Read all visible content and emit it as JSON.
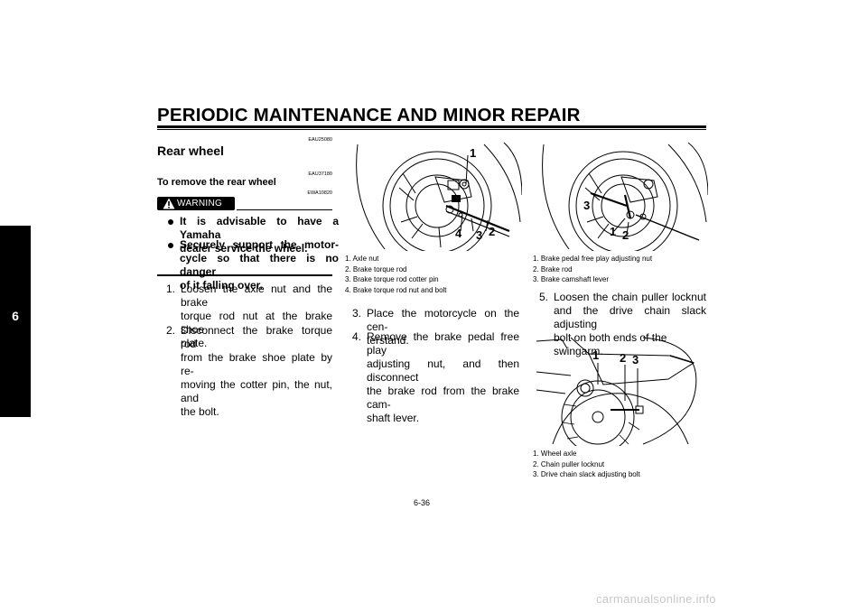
{
  "header": {
    "title": "PERIODIC MAINTENANCE AND MINOR REPAIR"
  },
  "chapter_tab": {
    "number": "6"
  },
  "codes": {
    "section": "EAU25080",
    "subsection": "EAU37180",
    "warning": "EWA10820"
  },
  "section": {
    "title": "Rear wheel",
    "subtitle": "To remove the rear wheel"
  },
  "warning": {
    "label": "WARNING",
    "bullets": [
      [
        "It is advisable to have a Yamaha",
        "dealer service the wheel."
      ],
      [
        "Securely support the motor-",
        "cycle so that there is no danger",
        "of it falling over."
      ]
    ]
  },
  "steps_col1": [
    {
      "num": "1.",
      "lines": [
        "Loosen the axle nut and the brake",
        "torque rod nut at the brake shoe",
        "plate."
      ]
    },
    {
      "num": "2.",
      "lines": [
        "Disconnect the brake torque rod",
        "from the brake shoe plate by re-",
        "moving the cotter pin, the nut, and",
        "the bolt."
      ]
    }
  ],
  "figure1": {
    "callouts": [
      "1",
      "4",
      "3",
      "2"
    ],
    "caption": [
      "1. Axle nut",
      "2. Brake torque rod",
      "3. Brake torque rod cotter pin",
      "4. Brake torque rod nut and bolt"
    ]
  },
  "steps_col2": [
    {
      "num": "3.",
      "lines": [
        "Place the motorcycle on the cen-",
        "terstand."
      ]
    },
    {
      "num": "4.",
      "lines": [
        "Remove the brake pedal free play",
        "adjusting nut, and then disconnect",
        "the brake rod from the brake cam-",
        "shaft lever."
      ]
    }
  ],
  "figure2": {
    "callouts": [
      "3",
      "1",
      "2"
    ],
    "caption": [
      "1. Brake pedal free play adjusting nut",
      "2. Brake rod",
      "3. Brake camshaft lever"
    ]
  },
  "steps_col3": [
    {
      "num": "5.",
      "lines": [
        "Loosen the chain puller locknut",
        "and the drive chain slack adjusting",
        "bolt on both ends of the swingarm."
      ]
    }
  ],
  "figure3": {
    "callouts": [
      "1",
      "2",
      "3"
    ],
    "caption": [
      "1. Wheel axle",
      "2. Chain puller locknut",
      "3. Drive chain slack adjusting bolt"
    ]
  },
  "footer": {
    "page": "6-36",
    "watermark": "carmanualsonline.info"
  }
}
